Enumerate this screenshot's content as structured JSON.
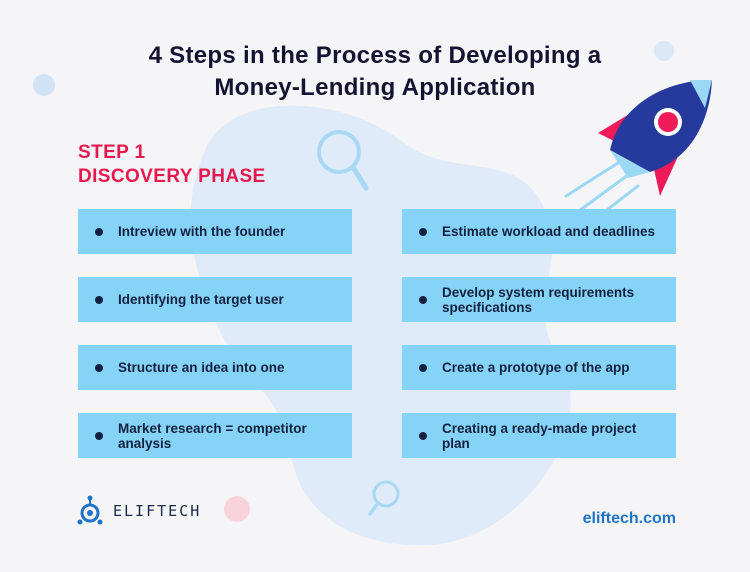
{
  "title": {
    "line1": "4 Steps in the Process of Developing a",
    "line2": "Money-Lending Application"
  },
  "step": {
    "number": "STEP 1",
    "name": "DISCOVERY PHASE"
  },
  "left_items": [
    "Intreview with the founder",
    "Identifying the target user",
    "Structure an idea into one",
    "Market research = competitor analysis"
  ],
  "right_items": [
    "Estimate workload and deadlines",
    "Develop system requirements specifications",
    "Create a prototype of the app",
    "Creating a ready-made project plan"
  ],
  "footer": {
    "logo_text": "ELIFTECH",
    "website": "eliftech.com"
  },
  "colors": {
    "accent": "#e6194f",
    "box": "#85d4f8",
    "text": "#14203f",
    "link": "#1f73c8",
    "rocket_body": "#253a9c",
    "rocket_fins": "#ee1a5a"
  },
  "icons": [
    "magnifier-icon",
    "rocket-icon",
    "eliftech-logo-icon"
  ]
}
